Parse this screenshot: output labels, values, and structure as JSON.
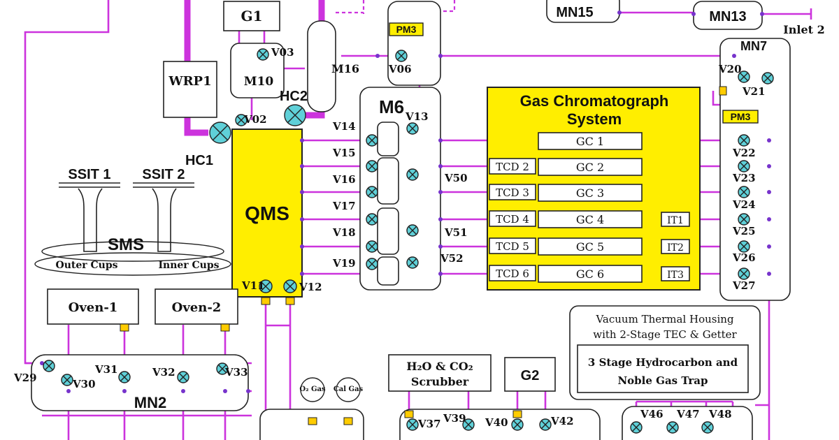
{
  "colors": {
    "pipe": "#cc33dd",
    "valve": "#5fd0d8",
    "highlight": "#ffee00",
    "node": "#7733cc"
  },
  "components": {
    "g1": "G1",
    "wrp1": "WRP1",
    "m10": "M10",
    "m16": "M16",
    "hc1": "HC1",
    "hc2": "HC2",
    "qms": "QMS",
    "m6": "M6",
    "pm3_top": "PM3",
    "pm3_right": "PM3",
    "mn15": "MN15",
    "mn13": "MN13",
    "inlet2": "Inlet 2",
    "mn7": "MN7",
    "mn2": "MN2",
    "ssit1": "SSIT 1",
    "ssit2": "SSIT 2",
    "sms": "SMS",
    "outer_cups": "Outer Cups",
    "inner_cups": "Inner Cups",
    "oven1": "Oven-1",
    "oven2": "Oven-2",
    "o2_gas": "O₂ Gas",
    "cal_gas": "Cal Gas",
    "scrubber_line1": "H₂O & CO₂",
    "scrubber_line2": "Scrubber",
    "g2": "G2",
    "vth_line1": "Vacuum Thermal Housing",
    "vth_line2": "with 2-Stage TEC & Getter",
    "trap_line1": "3 Stage Hydrocarbon and",
    "trap_line2": "Noble Gas Trap"
  },
  "gc_system": {
    "title_line1": "Gas  Chromatograph",
    "title_line2": "System",
    "columns": [
      "GC 1",
      "GC 2",
      "GC 3",
      "GC 4",
      "GC 5",
      "GC 6"
    ],
    "tcds": [
      "TCD 2",
      "TCD 3",
      "TCD 4",
      "TCD 5",
      "TCD 6"
    ],
    "its": [
      "IT1",
      "IT2",
      "IT3"
    ]
  },
  "valves": {
    "v02": "V02",
    "v03": "V03",
    "v06": "V06",
    "v11": "V11",
    "v12": "V12",
    "v13": "V13",
    "v14": "V14",
    "v15": "V15",
    "v16": "V16",
    "v17": "V17",
    "v18": "V18",
    "v19": "V19",
    "v20": "V20",
    "v21": "V21",
    "v22": "V22",
    "v23": "V23",
    "v24": "V24",
    "v25": "V25",
    "v26": "V26",
    "v27": "V27",
    "v29": "V29",
    "v30": "V30",
    "v31": "V31",
    "v32": "V32",
    "v33": "V33",
    "v37": "V37",
    "v39": "V39",
    "v40": "V40",
    "v42": "V42",
    "v46": "V46",
    "v47": "V47",
    "v48": "V48",
    "v50": "V50",
    "v51": "V51",
    "v52": "V52"
  }
}
